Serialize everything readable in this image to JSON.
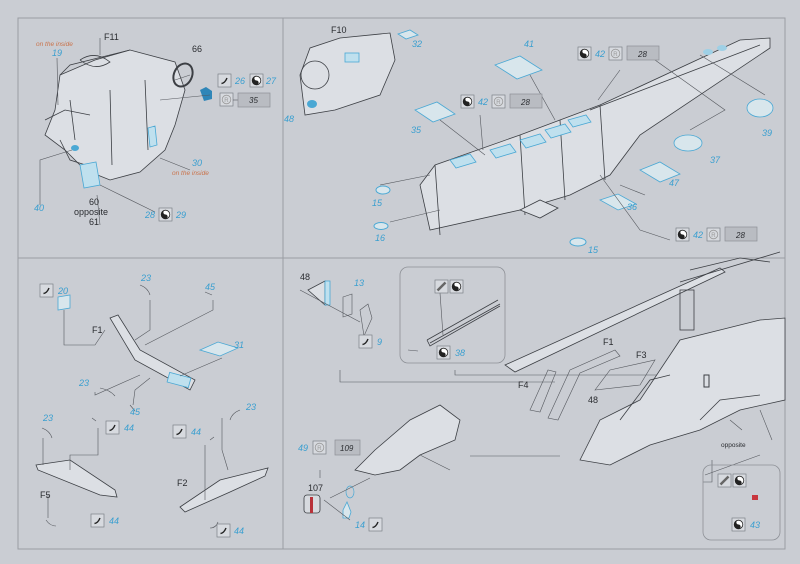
{
  "panel_top_left": {
    "on_inside_1": "on the inside",
    "n19": "19",
    "f11": "F11",
    "n66": "66",
    "n26": "26",
    "n27": "27",
    "n35": "35",
    "n30": "30",
    "on_inside_2": "on the inside",
    "n40": "40",
    "n60": "60",
    "opposite": "opposite",
    "n61": "61",
    "n28": "28",
    "n29": "29"
  },
  "panel_top_right": {
    "f10": "F10",
    "n32": "32",
    "n41": "41",
    "n42a": "42",
    "n28a": "28",
    "n42b": "42",
    "n28b": "28",
    "n35": "35",
    "n48": "48",
    "n15a": "15",
    "n16": "16",
    "n15b": "15",
    "n36": "36",
    "n47": "47",
    "n37": "37",
    "n39": "39",
    "n42c": "42",
    "n28c": "28"
  },
  "panel_bottom_left": {
    "n20": "20",
    "n23a": "23",
    "n45a": "45",
    "f1": "F1",
    "n31": "31",
    "n23b": "23",
    "n45b": "45",
    "n23c": "23",
    "n44a": "44",
    "f5": "F5",
    "n44b": "44",
    "n44c": "44",
    "n23d": "23",
    "f2": "F2",
    "n44d": "44"
  },
  "panel_bottom_right": {
    "n48a": "48",
    "n13": "13",
    "n9": "9",
    "n38": "38",
    "f1": "F1",
    "f3": "F3",
    "f4": "F4",
    "n48b": "48",
    "n49": "49",
    "n109": "109",
    "n107": "107",
    "n14": "14",
    "opposite": "opposite",
    "n43": "43"
  },
  "icons": [
    "bend-icon",
    "yin-yang-icon",
    "resin-icon",
    "paint-icon"
  ],
  "colors": {
    "paper": "#cacdd3",
    "part_number": "#3a9fd0",
    "note": "#c9734b",
    "etched": "#bfe0ee"
  }
}
